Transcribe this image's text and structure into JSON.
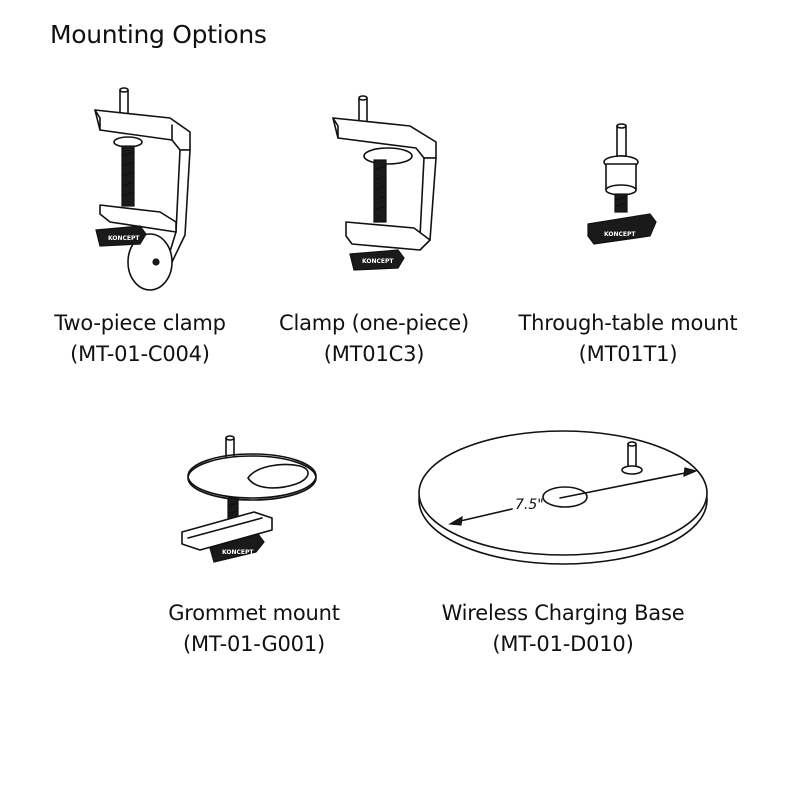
{
  "page": {
    "title": "Mounting Options"
  },
  "mounts": [
    {
      "name": "Two-piece clamp",
      "code": "(MT-01-C004)"
    },
    {
      "name": "Clamp (one-piece)",
      "code": "(MT01C3)"
    },
    {
      "name": "Through-table mount",
      "code": "(MT01T1)"
    },
    {
      "name": "Grommet mount",
      "code": "(MT-01-G001)"
    },
    {
      "name": "Wireless Charging Base",
      "code": "(MT-01-D010)"
    }
  ],
  "base_diameter_label": "7.5\"",
  "brand_mark": "KONCEPT",
  "colors": {
    "line": "#111111",
    "background": "#ffffff",
    "knob": "#1a1a1a"
  }
}
